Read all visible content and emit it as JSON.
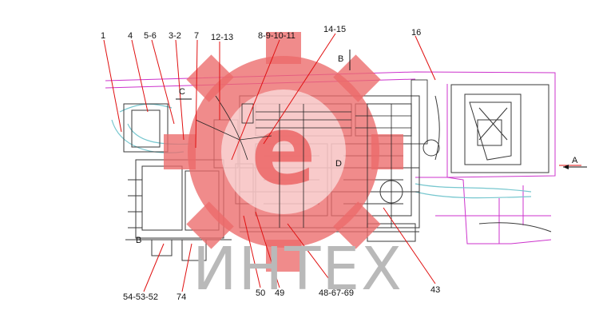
{
  "callouts": {
    "top": [
      "1",
      "4",
      "5-6",
      "3-2",
      "7",
      "12-13",
      "8-9-10-11",
      "14-15",
      "16"
    ],
    "bottom": [
      "54-53-52",
      "74",
      "50",
      "49",
      "48-67-69",
      "43"
    ]
  },
  "view_markers": {
    "a": "A",
    "b_top": "B",
    "b_bottom": "B",
    "c": "C",
    "d": "D"
  },
  "watermark": {
    "text": "ИНТЕХ",
    "logo_letter": "e"
  },
  "colors": {
    "lines": "#3a3a3a",
    "magenta_frame": "#cc33cc",
    "cyan_hoses": "#77c7cf",
    "red_callouts": "#e01010",
    "watermark_red": "#ec6a6a",
    "watermark_gray": "#b9b9b9"
  }
}
